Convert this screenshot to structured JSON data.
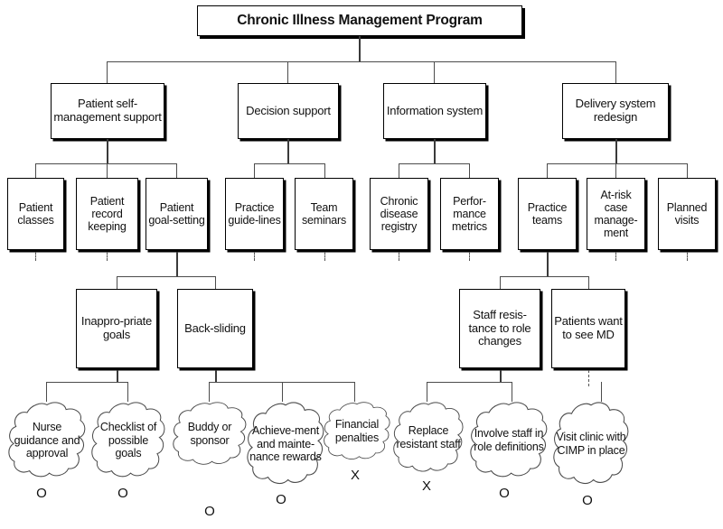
{
  "diagram": {
    "title": "Chronic Illness Management Program",
    "type": "tree-diagram",
    "root": {
      "label": "Chronic Illness Management Program"
    },
    "level2": [
      {
        "label": "Patient self-management support"
      },
      {
        "label": "Decision support"
      },
      {
        "label": "Information system"
      },
      {
        "label": "Delivery system redesign"
      }
    ],
    "level3": [
      {
        "label": "Patient classes"
      },
      {
        "label": "Patient record keeping"
      },
      {
        "label": "Patient goal-setting"
      },
      {
        "label": "Practice guide-lines"
      },
      {
        "label": "Team seminars"
      },
      {
        "label": "Chronic disease registry"
      },
      {
        "label": "Perfor-mance metrics"
      },
      {
        "label": "Practice teams"
      },
      {
        "label": "At-risk case manage-ment"
      },
      {
        "label": "Planned visits"
      }
    ],
    "level4": [
      {
        "label": "Inappro-priate goals"
      },
      {
        "label": "Back-sliding"
      },
      {
        "label": "Staff resis-tance to role changes"
      },
      {
        "label": "Patients want to see MD"
      }
    ],
    "clouds": [
      {
        "label": "Nurse guidance and approval",
        "marker": "O"
      },
      {
        "label": "Checklist of possible goals",
        "marker": "O"
      },
      {
        "label": "Buddy or sponsor",
        "marker": "O"
      },
      {
        "label": "Achieve-ment and mainte-nance rewards",
        "marker": "O"
      },
      {
        "label": "Financial penalties",
        "marker": "X"
      },
      {
        "label": "Replace resistant staff",
        "marker": "X"
      },
      {
        "label": "Involve staff in role definitions",
        "marker": "O"
      },
      {
        "label": "Visit clinic with CIMP in place",
        "marker": "O"
      }
    ],
    "colors": {
      "background": "#ffffff",
      "box_border": "#000000",
      "connector": "#4c4c4c",
      "text": "#111111"
    }
  }
}
